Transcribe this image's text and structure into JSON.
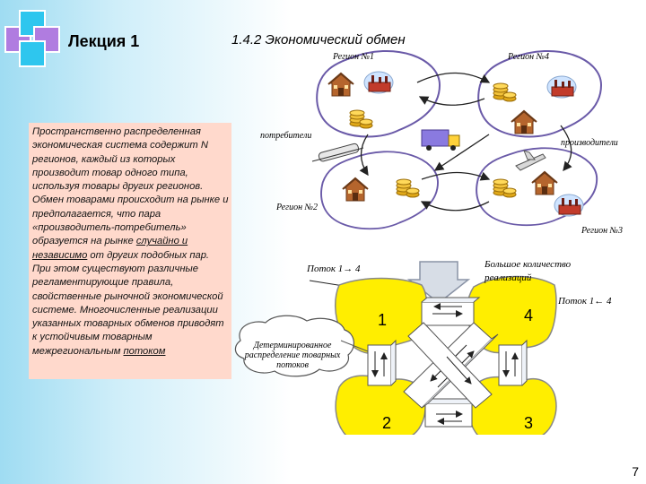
{
  "lecture_title": "Лекция 1",
  "section_title": "1.4.2 Экономический обмен",
  "body_text": {
    "part1": "Пространственно распределенная экономическая система содержит N регионов, каждый из которых производит товар одного типа, используя товары других регионов. Обмен товарами происходит на рынке и предполагается, что пара «производитель-потребитель» образуется на рынке ",
    "underline1": "случайно и независимо",
    "part2": " от других подобных пар. При этом существуют различные регламентирующие правила, свойственные рыночной экономической системе. Многочисленные реализации указанных товарных обменов приводят к устойчивым товарным межрегиональным ",
    "underline2": "потоком"
  },
  "diagram": {
    "region1": "Регион №1",
    "region4": "Регион №4",
    "region2": "Регион №2",
    "region3": "Регион №3",
    "consumers": "потребители",
    "producers": "производители",
    "flow_1_4": "Поток 1→ 4",
    "flow_4_1": "Поток 1← 4",
    "many_realizations": "Большое количество реализаций",
    "deterministic": "Детерминированное распределение товарных потоков",
    "node1": "1",
    "node2": "2",
    "node3": "3",
    "node4": "4"
  },
  "colors": {
    "region_fill": "#ffffff",
    "region_stroke": "#6a5aa8",
    "node_fill": "#ffee00",
    "panel": "#ffd9cc"
  },
  "page_number": "7"
}
